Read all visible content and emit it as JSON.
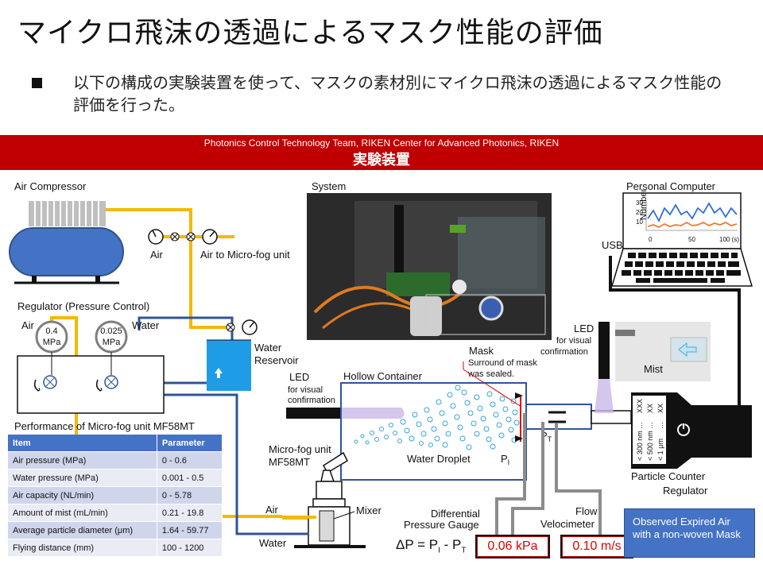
{
  "title": "マイクロ飛沫の透過によるマスク性能の評価",
  "bullet": "以下の構成の実験装置を使って、マスクの素材別にマイクロ飛沫の透過によるマスク性能の評価を行った。",
  "banner": {
    "organization": "Photonics Control Technology Team, RIKEN Center for Advanced Photonics, RIKEN",
    "heading": "実験装置"
  },
  "labels": {
    "air_compressor": "Air Compressor",
    "air": "Air",
    "air_to_microfog": "Air to Micro-fog unit",
    "regulator_pressure_control": "Regulator (Pressure Control)",
    "regulator_air": "Air",
    "regulator_water": "Water",
    "gauge_air_value": "0.4",
    "gauge_water_value": "0.025",
    "gauge_unit": "MPa",
    "water_reservoir_1": "Water",
    "water_reservoir_2": "Reservoir",
    "system": "System",
    "personal_computer": "Personal Computer",
    "usb": "USB",
    "led_left_1": "LED",
    "led_left_2": "for visual",
    "led_left_3": "confirmation",
    "led_right_1": "LED",
    "led_right_2": "for visual",
    "led_right_3": "confirmation",
    "mist": "Mist",
    "hollow_container": "Hollow  Container",
    "mask": "Mask",
    "mask_note_1": "Surround of mask",
    "mask_note_2": "was sealed.",
    "water_droplet": "Water Droplet",
    "p_i": "P",
    "p_i_sub": "I",
    "p_t": "P",
    "p_t_sub": "T",
    "micro_fog_1": "Micro-fog unit",
    "micro_fog_2": "MF58MT",
    "mixer": "Mixer",
    "bottom_air": "Air",
    "bottom_water": "Water",
    "diff_pressure_1": "Differential",
    "diff_pressure_2": "Pressure Gauge",
    "flow_1": "Flow",
    "flow_2": "Velocimeter",
    "particle_counter": "Particle Counter",
    "regulator_right": "Regulator",
    "counter_size_1": "< 300 nm",
    "counter_size_2": "< 500 nm",
    "counter_size_3": "< 1 μm",
    "counter_dots": "…",
    "counter_xxx_1": "XXX",
    "counter_xxx_2": "XX",
    "counter_xxx_3": "XX"
  },
  "pc_chart": {
    "ylabel": "Number",
    "yticks": [
      "30",
      "20",
      "10",
      "0"
    ],
    "xticks": [
      "0",
      "50",
      "100 (s)"
    ],
    "series_colors": [
      "#2f6fd6",
      "#ed7d31"
    ]
  },
  "formula": {
    "text": "ΔP = P",
    "sub1": "I",
    "mid": " - P",
    "sub2": "T"
  },
  "readouts": {
    "pressure": "0.06 kPa",
    "flow": "0.10 m/s"
  },
  "note": "Observed Expired Air with a non-woven Mask",
  "spec_table": {
    "title": "Performance of Micro-fog unit MF58MT",
    "headers": [
      "Item",
      "Parameter"
    ],
    "rows": [
      [
        "Air pressure (MPa)",
        "0 - 0.6"
      ],
      [
        "Water pressure (MPa)",
        "0.001 - 0.5"
      ],
      [
        "Air capacity (NL/min)",
        "0 - 5.78"
      ],
      [
        "Amount of mist (mL/min)",
        "0.21 - 19.8"
      ],
      [
        "Average particle diameter (μm)",
        "1.64 - 59.77"
      ],
      [
        "Flying distance (mm)",
        "100 - 1200"
      ]
    ]
  },
  "colors": {
    "banner": "#c00000",
    "air_line": "#f5b800",
    "water_line": "#2f5597",
    "tank": "#4472c4",
    "readout_text": "#e00000",
    "note_box": "#4472c4"
  }
}
